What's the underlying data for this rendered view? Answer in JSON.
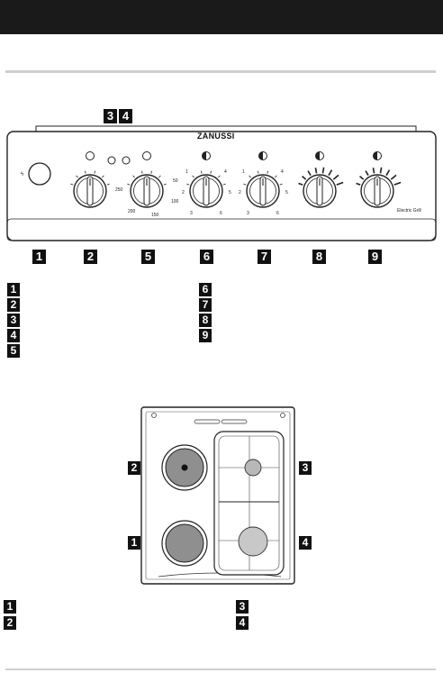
{
  "panel": {
    "brand": "ZANUSSI",
    "grill_label": "Electric Grill",
    "top_callouts": [
      "3",
      "4"
    ],
    "bottom_callouts": [
      "1",
      "2",
      "5",
      "6",
      "7",
      "8",
      "9"
    ],
    "oven_dial_marks": [
      "250",
      "50",
      "100",
      "200",
      "150"
    ],
    "hob_dial_marks": [
      "1",
      "2",
      "3",
      "4",
      "5",
      "6"
    ]
  },
  "legend_a": {
    "left": [
      "1",
      "2",
      "3",
      "4",
      "5"
    ],
    "right": [
      "6",
      "7",
      "8",
      "9"
    ]
  },
  "hob": {
    "callouts": {
      "left_top": "2",
      "left_bottom": "1",
      "right_top": "3",
      "right_bottom": "4"
    }
  },
  "legend_b": {
    "left": [
      "1",
      "2"
    ],
    "right": [
      "3",
      "4"
    ]
  },
  "colors": {
    "banner": "#1a1a1a",
    "callout": "#111111",
    "plate": "#8f8f8f"
  }
}
